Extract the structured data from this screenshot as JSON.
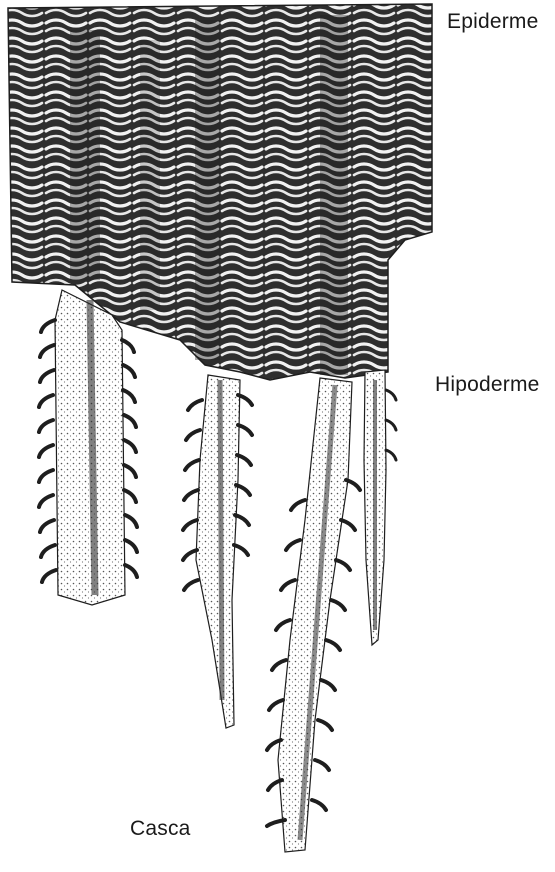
{
  "labels": {
    "epiderme": "Epiderme",
    "hipoderme": "Hipoderme",
    "casca": "Casca"
  },
  "colors": {
    "ink": "#1e1e1e",
    "dark_tissue": "#3a3a3a",
    "stipple": "#8a8a8a",
    "paper": "#ffffff"
  }
}
